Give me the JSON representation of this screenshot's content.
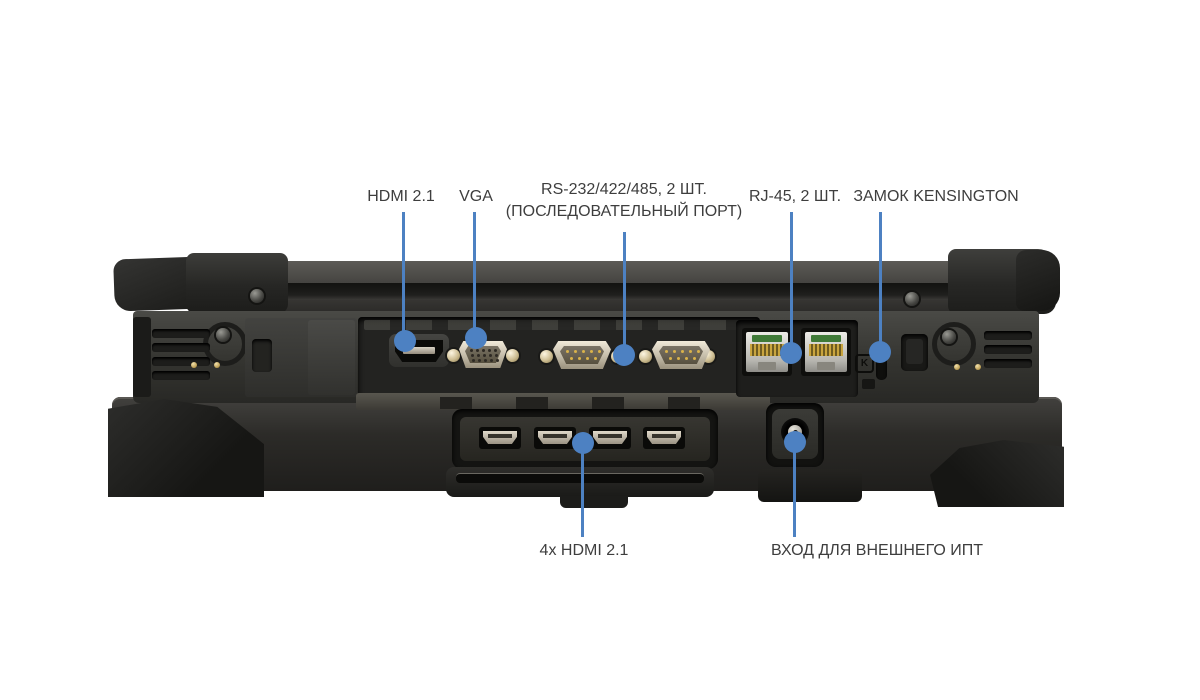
{
  "diagram": {
    "subject": "rugged-laptop-rear-ports",
    "background_color": "#ffffff",
    "accent_color": "#4d81c2",
    "label_text_color": "#3e3e3e"
  },
  "callouts": {
    "hdmi": {
      "label": "HDMI 2.1"
    },
    "vga": {
      "label": "VGA"
    },
    "serial": {
      "label_line1": "RS-232/422/485, 2 ШТ.",
      "label_line2": "(ПОСЛЕДОВАТЕЛЬНЫЙ ПОРТ)"
    },
    "rj45": {
      "label": "RJ-45, 2 ШТ."
    },
    "kensington": {
      "label": "ЗАМОК KENSINGTON"
    },
    "hdmi_quad": {
      "label": "4x HDMI 2.1"
    },
    "power": {
      "label": "ВХОД ДЛЯ ВНЕШНЕГО ИПТ"
    }
  },
  "ports": {
    "kensington_icon_glyph": "K",
    "icon_names": [
      "hdmi-port",
      "vga-port",
      "serial-port-1",
      "serial-port-2",
      "rj45-port-1",
      "rj45-port-2",
      "kensington-lock-slot",
      "hdmi-port-1",
      "hdmi-port-2",
      "hdmi-port-3",
      "hdmi-port-4",
      "dc-power-jack",
      "dock-connector"
    ]
  }
}
